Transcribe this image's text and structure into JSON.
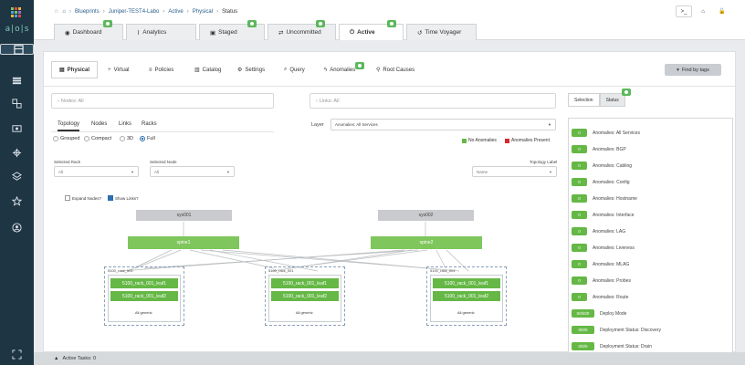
{
  "logo": {
    "text": "a|o|s"
  },
  "breadcrumb": {
    "items": [
      "Blueprints",
      "Juniper-TEST4-Labo",
      "Active",
      "Physical",
      "Status"
    ]
  },
  "main_tabs": [
    {
      "label": "Dashboard",
      "icon": "dashboard-icon"
    },
    {
      "label": "Analytics",
      "icon": "analytics-icon"
    },
    {
      "label": "Staged",
      "icon": "staged-icon"
    },
    {
      "label": "Uncommitted",
      "icon": "uncommitted-icon"
    },
    {
      "label": "Active",
      "icon": "active-icon",
      "active": true
    },
    {
      "label": "Time Voyager",
      "icon": "history-icon"
    }
  ],
  "toolbar": {
    "cli": ">_"
  },
  "sub_tabs": [
    {
      "label": "Physical",
      "active": true
    },
    {
      "label": "Virtual"
    },
    {
      "label": "Policies"
    },
    {
      "label": "Catalog"
    },
    {
      "label": "Settings"
    },
    {
      "label": "Query"
    },
    {
      "label": "Anomalies"
    },
    {
      "label": "Root Causes"
    }
  ],
  "find_by_tags": "Find by tags",
  "query": {
    "nodes": "Nodes: All",
    "links": "Links: All"
  },
  "view_tabs": [
    "Topology",
    "Nodes",
    "Links",
    "Racks"
  ],
  "layouts": [
    "Grouped",
    "Compact",
    "3D",
    "Full"
  ],
  "layer": {
    "label": "Layer",
    "value": "Anomalies: All Services"
  },
  "legend": {
    "no": "No Anomalies",
    "present": "Anomalies Present",
    "no_color": "#65b845",
    "present_color": "#d9272e"
  },
  "selects": {
    "rack": {
      "label": "Selected Rack",
      "value": "All"
    },
    "node": {
      "label": "Selected Node",
      "value": "All"
    },
    "topo": {
      "label": "Topology Label",
      "value": "Name"
    }
  },
  "checks": {
    "expand": "Expand Nodes?",
    "show": "Show Links?"
  },
  "topology": {
    "external": [
      "sys001",
      "sys002"
    ],
    "spines": [
      "spine1",
      "spine2"
    ],
    "racks": [
      {
        "name": "5100_rack_001",
        "leafs": [
          "5100_rack_001_leaf1",
          "5100_rack_001_leaf2"
        ],
        "generic": "All generic"
      },
      {
        "name": "5100_rack_001",
        "leafs": [
          "5100_rack_001_leaf1",
          "5100_rack_001_leaf2"
        ],
        "generic": "All generic"
      },
      {
        "name": "5100_rack_001",
        "leafs": [
          "5100_rack_001_leaf1",
          "5100_rack_001_leaf2"
        ],
        "generic": "All generic"
      }
    ]
  },
  "right_tabs": [
    "Selection",
    "Status"
  ],
  "anomalies": [
    {
      "count": "0",
      "label": "Anomalies: All Services"
    },
    {
      "count": "0",
      "label": "Anomalies: BGP"
    },
    {
      "count": "0",
      "label": "Anomalies: Cabling"
    },
    {
      "count": "0",
      "label": "Anomalies: Config"
    },
    {
      "count": "0",
      "label": "Anomalies: Hostname"
    },
    {
      "count": "0",
      "label": "Anomalies: Interface"
    },
    {
      "count": "0",
      "label": "Anomalies: LAG"
    },
    {
      "count": "0",
      "label": "Anomalies: Liveness"
    },
    {
      "count": "0",
      "label": "Anomalies: MLAG"
    },
    {
      "count": "0",
      "label": "Anomalies: Probes"
    },
    {
      "count": "0",
      "label": "Anomalies: Route"
    },
    {
      "count": "0/0/0/0",
      "label": "Deploy Mode"
    },
    {
      "count": "0/0/0",
      "label": "Deployment Status: Discovery"
    },
    {
      "count": "0/0/0",
      "label": "Deployment Status: Drain"
    }
  ],
  "footer": {
    "label": "Active Tasks: 0"
  }
}
